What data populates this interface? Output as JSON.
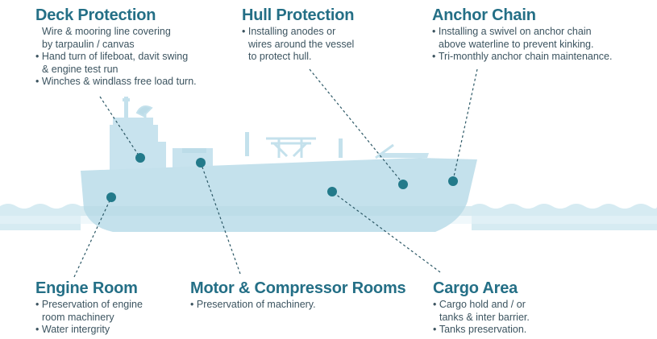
{
  "colors": {
    "hull": "#c4e1ec",
    "superstructure": "#c8e3ee",
    "water": "#d6ebf2",
    "waterline": "#b8dae6",
    "marker": "#237a8a",
    "leader": "#2c5866",
    "heading": "#246f86",
    "body_text": "#3c5460"
  },
  "callouts": {
    "deck": {
      "title": "Deck Protection",
      "lines": [
        {
          "text": "Wire & mooring line covering",
          "kind": "cont"
        },
        {
          "text": "by tarpaulin / canvas",
          "kind": "cont"
        },
        {
          "text": "Hand turn of lifeboat, davit swing",
          "kind": "bullet"
        },
        {
          "text": "& engine test run",
          "kind": "cont"
        },
        {
          "text": "Winches & windlass free load turn.",
          "kind": "bullet"
        }
      ]
    },
    "hull": {
      "title": "Hull Protection",
      "lines": [
        {
          "text": "Installing anodes or",
          "kind": "bullet"
        },
        {
          "text": "wires around the vessel",
          "kind": "cont"
        },
        {
          "text": "to protect hull.",
          "kind": "cont"
        }
      ]
    },
    "anchor": {
      "title": "Anchor Chain",
      "lines": [
        {
          "text": "Installing a swivel on anchor chain",
          "kind": "bullet"
        },
        {
          "text": "above waterline to prevent kinking.",
          "kind": "cont"
        },
        {
          "text": "Tri-monthly anchor chain maintenance.",
          "kind": "bullet"
        }
      ]
    },
    "engine": {
      "title": "Engine Room",
      "lines": [
        {
          "text": "Preservation of engine",
          "kind": "bullet"
        },
        {
          "text": "room machinery",
          "kind": "cont"
        },
        {
          "text": "Water intergrity",
          "kind": "bullet"
        }
      ]
    },
    "motor": {
      "title": "Motor & Compressor Rooms",
      "lines": [
        {
          "text": "Preservation of machinery.",
          "kind": "bullet"
        }
      ]
    },
    "cargo": {
      "title": "Cargo Area",
      "lines": [
        {
          "text": "Cargo hold and / or",
          "kind": "bullet"
        },
        {
          "text": "tanks & inter barrier.",
          "kind": "cont"
        },
        {
          "text": "Tanks preservation.",
          "kind": "bullet"
        }
      ]
    }
  }
}
